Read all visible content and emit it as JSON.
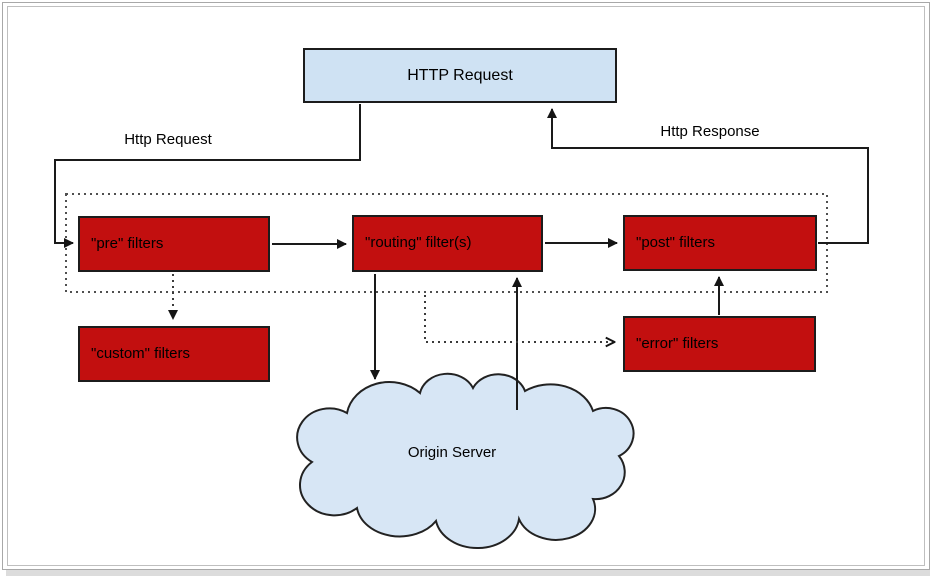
{
  "window": {
    "kind": "diagram page",
    "background": "#ffffff",
    "frame_border_color": "#a8a8a8",
    "inner_frame_color": "#bfbfbf",
    "shadow_color": "#dcdcdc"
  },
  "diagram": {
    "colors": {
      "filter_box_fill": "#c20f0f",
      "filter_box_border": "#1c1c1c",
      "request_box_fill": "#cfe2f3",
      "cloud_fill": "#d7e6f5",
      "line_color": "#1a1a1a",
      "dotted_boundary_color": "#4f4f4f",
      "text_color": "#000000"
    },
    "nodes": {
      "http_request": {
        "label": "HTTP Request"
      },
      "pre_filters": {
        "label": "\"pre\" filters"
      },
      "routing_filters": {
        "label": "\"routing\" filter(s)"
      },
      "post_filters": {
        "label": "\"post\" filters"
      },
      "custom_filters": {
        "label": "\"custom\" filters"
      },
      "error_filters": {
        "label": "\"error\" filters"
      },
      "origin_server": {
        "label": "Origin Server"
      }
    },
    "edge_labels": {
      "request": "Http Request",
      "response": "Http Response"
    }
  }
}
